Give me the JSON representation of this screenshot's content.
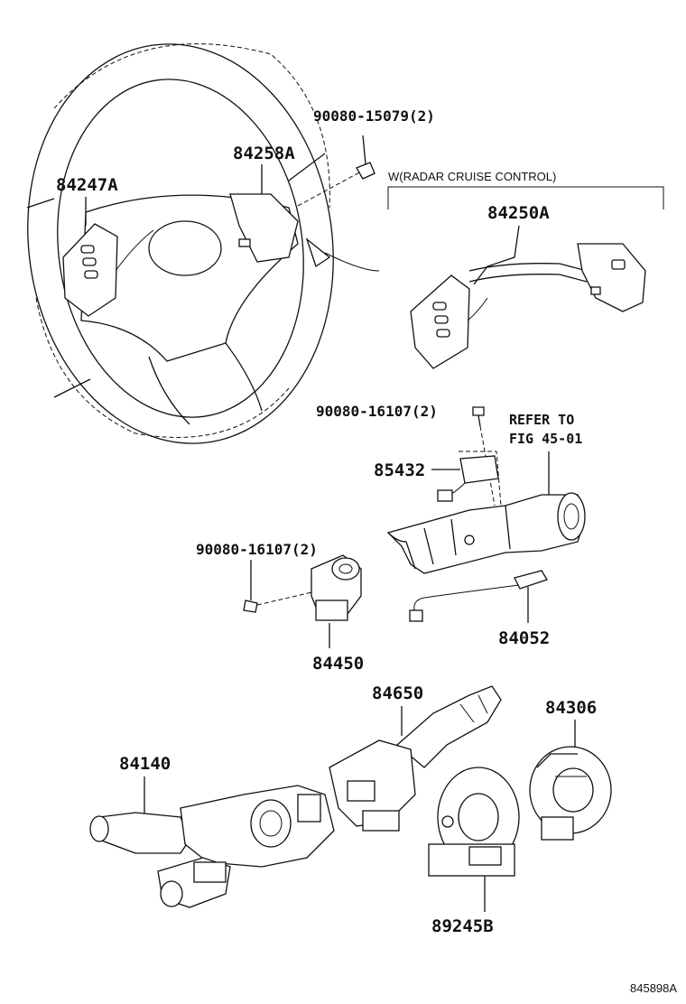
{
  "parts": {
    "bolt_top": "90080-15079(2)",
    "pad_right": "84258A",
    "pad_left": "84247A",
    "radar_note": "W(RADAR CRUISE CONTROL)",
    "radar_switch": "84250A",
    "bolt_mid": "90080-16107(2)",
    "refer_line1": "REFER TO",
    "refer_line2": "FIG 45-01",
    "sensor": "85432",
    "bolt_lower": "90080-16107(2)",
    "ignition_switch": "84450",
    "wire": "84052",
    "wiper_switch": "84650",
    "clock_spring": "84306",
    "combination_switch": "84140",
    "spiral_cable": "89245B"
  },
  "figure_code": "845898A"
}
